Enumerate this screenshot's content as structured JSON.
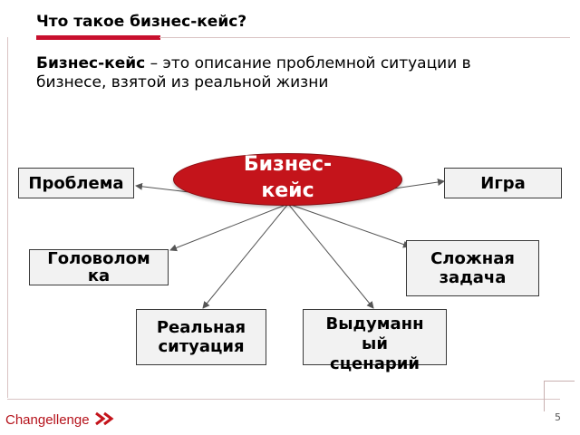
{
  "header": {
    "title": "Что такое бизнес-кейс?"
  },
  "definition": {
    "term": "Бизнес-кейс",
    "text": " – это описание проблемной ситуации в бизнесе, взятой из реальной жизни"
  },
  "diagram": {
    "center": "Бизнес-\nкейс",
    "nodes": {
      "problem": "Проблема",
      "game": "Игра",
      "puzzle": "Головолом\nка",
      "complex_task": "Сложная\nзадача",
      "real_situation": "Реальная\nситуация",
      "fictional_scenario": "Выдуманн\nый\nсценарий"
    }
  },
  "footer": {
    "brand": "Changellenge",
    "page_number": "5"
  },
  "colors": {
    "accent": "#c4141b",
    "brand": "#b5121b",
    "node_fill": "#f2f2f2"
  }
}
